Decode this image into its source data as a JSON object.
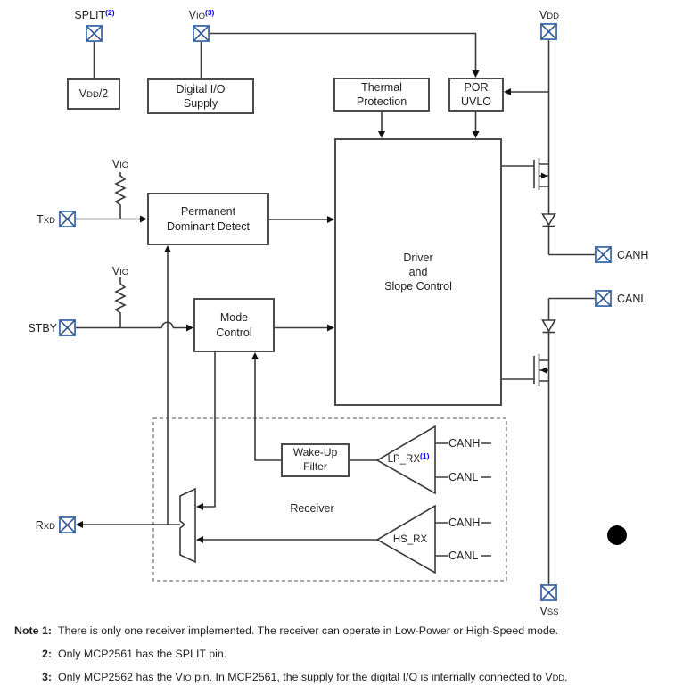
{
  "title_hint": "CAN transceiver functional block diagram",
  "pins": {
    "split": {
      "label": "SPLIT",
      "ref": "(2)"
    },
    "vio": {
      "base": "V",
      "small": "IO",
      "ref": "(3)"
    },
    "vdd": {
      "base": "V",
      "small": "DD"
    },
    "txd": {
      "base": "T",
      "small": "XD"
    },
    "stby": {
      "label": "STBY"
    },
    "rxd": {
      "base": "R",
      "small": "XD"
    },
    "canh": {
      "label": "CANH"
    },
    "canl": {
      "label": "CANL"
    },
    "vss": {
      "base": "V",
      "small": "SS"
    }
  },
  "labels": {
    "vio_pullup": {
      "base": "V",
      "small": "IO"
    },
    "tap_canh": "CANH",
    "tap_canl": "CANL"
  },
  "blocks": {
    "vdd_half": {
      "base": "V",
      "small": "DD",
      "rest": "/2"
    },
    "digital_io": {
      "line1": "Digital I/O",
      "line2": "Supply"
    },
    "thermal": {
      "line1": "Thermal",
      "line2": "Protection"
    },
    "por": {
      "line1": "POR",
      "line2": "UVLO"
    },
    "driver": {
      "line1": "Driver",
      "line2": "and",
      "line3": "Slope Control"
    },
    "pdd": {
      "line1": "Permanent",
      "line2": "Dominant Detect"
    },
    "mode": {
      "line1": "Mode",
      "line2": "Control"
    },
    "wakeup": {
      "line1": "Wake-Up",
      "line2": "Filter"
    },
    "receiver_label": "Receiver",
    "lp_rx": {
      "label": "LP_RX",
      "ref": "(1)"
    },
    "hs_rx": {
      "label": "HS_RX"
    }
  },
  "notes": [
    {
      "label": "Note 1:",
      "text": "There is only one receiver implemented. The receiver can operate in Low-Power or High-Speed mode."
    },
    {
      "label": "2:",
      "text": "Only MCP2561 has the SPLIT pin."
    },
    {
      "label": "3:",
      "p1": "Only MCP2562 has the V",
      "s1": "IO",
      "p2": " pin. In MCP2561, the supply for the digital I/O is internally connected to V",
      "s2": "DD",
      "p3": "."
    }
  ],
  "colors": {
    "wire": "#3a3a3a",
    "pin_outline": "#4a74ad",
    "pin_x": "#2d5494",
    "note_ref_blue": "#0000ee",
    "dot_black": "#000000"
  }
}
